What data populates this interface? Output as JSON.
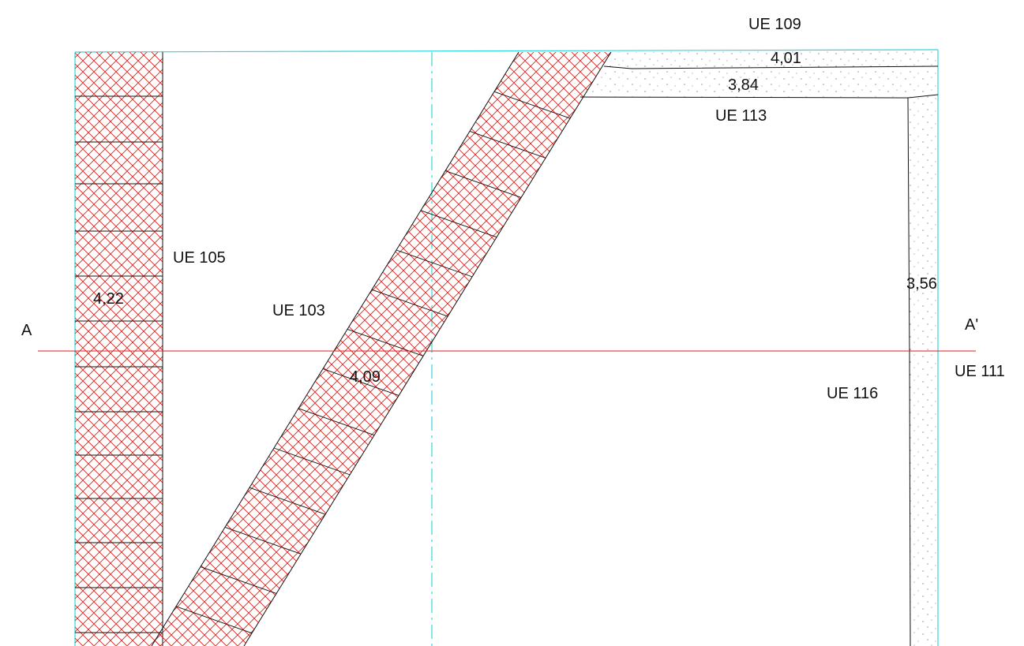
{
  "drawing": {
    "section_line": {
      "start_label": "A",
      "end_label": "A'",
      "color": "#e0201c"
    },
    "colors": {
      "excavation_border": "#33d6dc",
      "hatch": "#e0201c",
      "outline": "#111111"
    },
    "units": [
      {
        "id": "ue109",
        "label": "UE 109"
      },
      {
        "id": "ue113",
        "label": "UE 113"
      },
      {
        "id": "ue105",
        "label": "UE 105"
      },
      {
        "id": "ue103",
        "label": "UE 103"
      },
      {
        "id": "ue111",
        "label": "UE 111"
      },
      {
        "id": "ue116",
        "label": "UE 116"
      }
    ],
    "elevations": [
      {
        "id": "e401",
        "value": "4,01"
      },
      {
        "id": "e384",
        "value": "3,84"
      },
      {
        "id": "e422",
        "value": "4,22"
      },
      {
        "id": "e409",
        "value": "4,09"
      },
      {
        "id": "e356",
        "value": "3,56"
      }
    ]
  }
}
